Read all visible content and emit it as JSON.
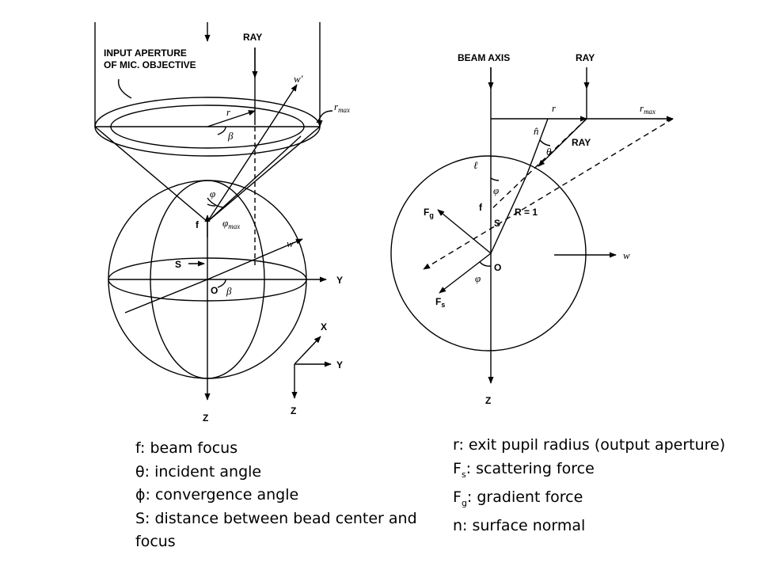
{
  "left_figure": {
    "input_aperture_line1": "INPUT APERTURE",
    "input_aperture_line2": "OF MIC. OBJECTIVE",
    "ray": "RAY",
    "w_prime": "w′",
    "r": "r",
    "r_max": "r",
    "r_max_sub": "max",
    "beta_top": "β",
    "phi": "φ",
    "phi_max": "φ",
    "phi_max_sub": "max",
    "f": "f",
    "w": "w",
    "s": "S",
    "y": "Y",
    "o": "O",
    "beta_bottom": "β",
    "z": "Z",
    "axes_x": "X",
    "axes_y": "Y",
    "axes_z": "Z"
  },
  "right_figure": {
    "beam_axis": "BEAM AXIS",
    "ray": "RAY",
    "r": "r",
    "r_max": "r",
    "r_max_sub": "max",
    "n_hat": "n̂",
    "theta": "θ",
    "ray_inner": "RAY",
    "l": "ℓ",
    "phi_top": "φ",
    "fg": "F",
    "fg_sub": "g",
    "f": "f",
    "s": "S",
    "r_eq": "R = 1",
    "o": "O",
    "w": "w",
    "phi_bottom": "φ",
    "fs": "F",
    "fs_sub": "s",
    "z": "Z"
  },
  "legend_left": {
    "line1": "f: beam focus",
    "line2": "θ: incident angle",
    "line3": "ϕ: convergence angle",
    "line4": "S: distance between bead center and",
    "line5": "focus"
  },
  "legend_right": {
    "line1": "r: exit pupil radius (output aperture)",
    "line2_sym": "F",
    "line2_sub": "s",
    "line2_rest": ": scattering force",
    "line3_sym": "F",
    "line3_sub": "g",
    "line3_rest": ": gradient force",
    "line4": "n: surface normal"
  }
}
